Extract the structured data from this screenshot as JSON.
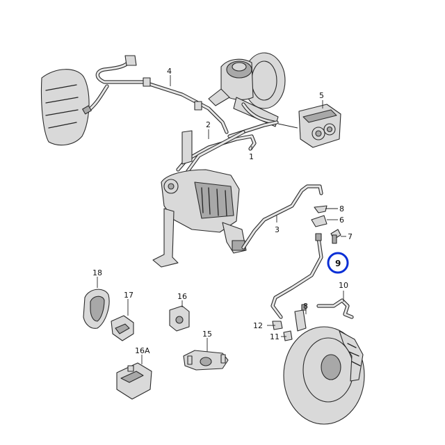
{
  "callouts": {
    "c1": "1",
    "c2": "2",
    "c3": "3",
    "c4": "4",
    "c5": "5",
    "c6": "6",
    "c7": "7",
    "c8a": "8",
    "c8b": "8",
    "c9": "9",
    "c10": "10",
    "c11": "11",
    "c12": "12",
    "c15": "15",
    "c16": "16",
    "c16a": "16A",
    "c17": "17",
    "c18": "18"
  },
  "highlight": {
    "callout": "9",
    "ring_color": "#0a2fd6"
  }
}
